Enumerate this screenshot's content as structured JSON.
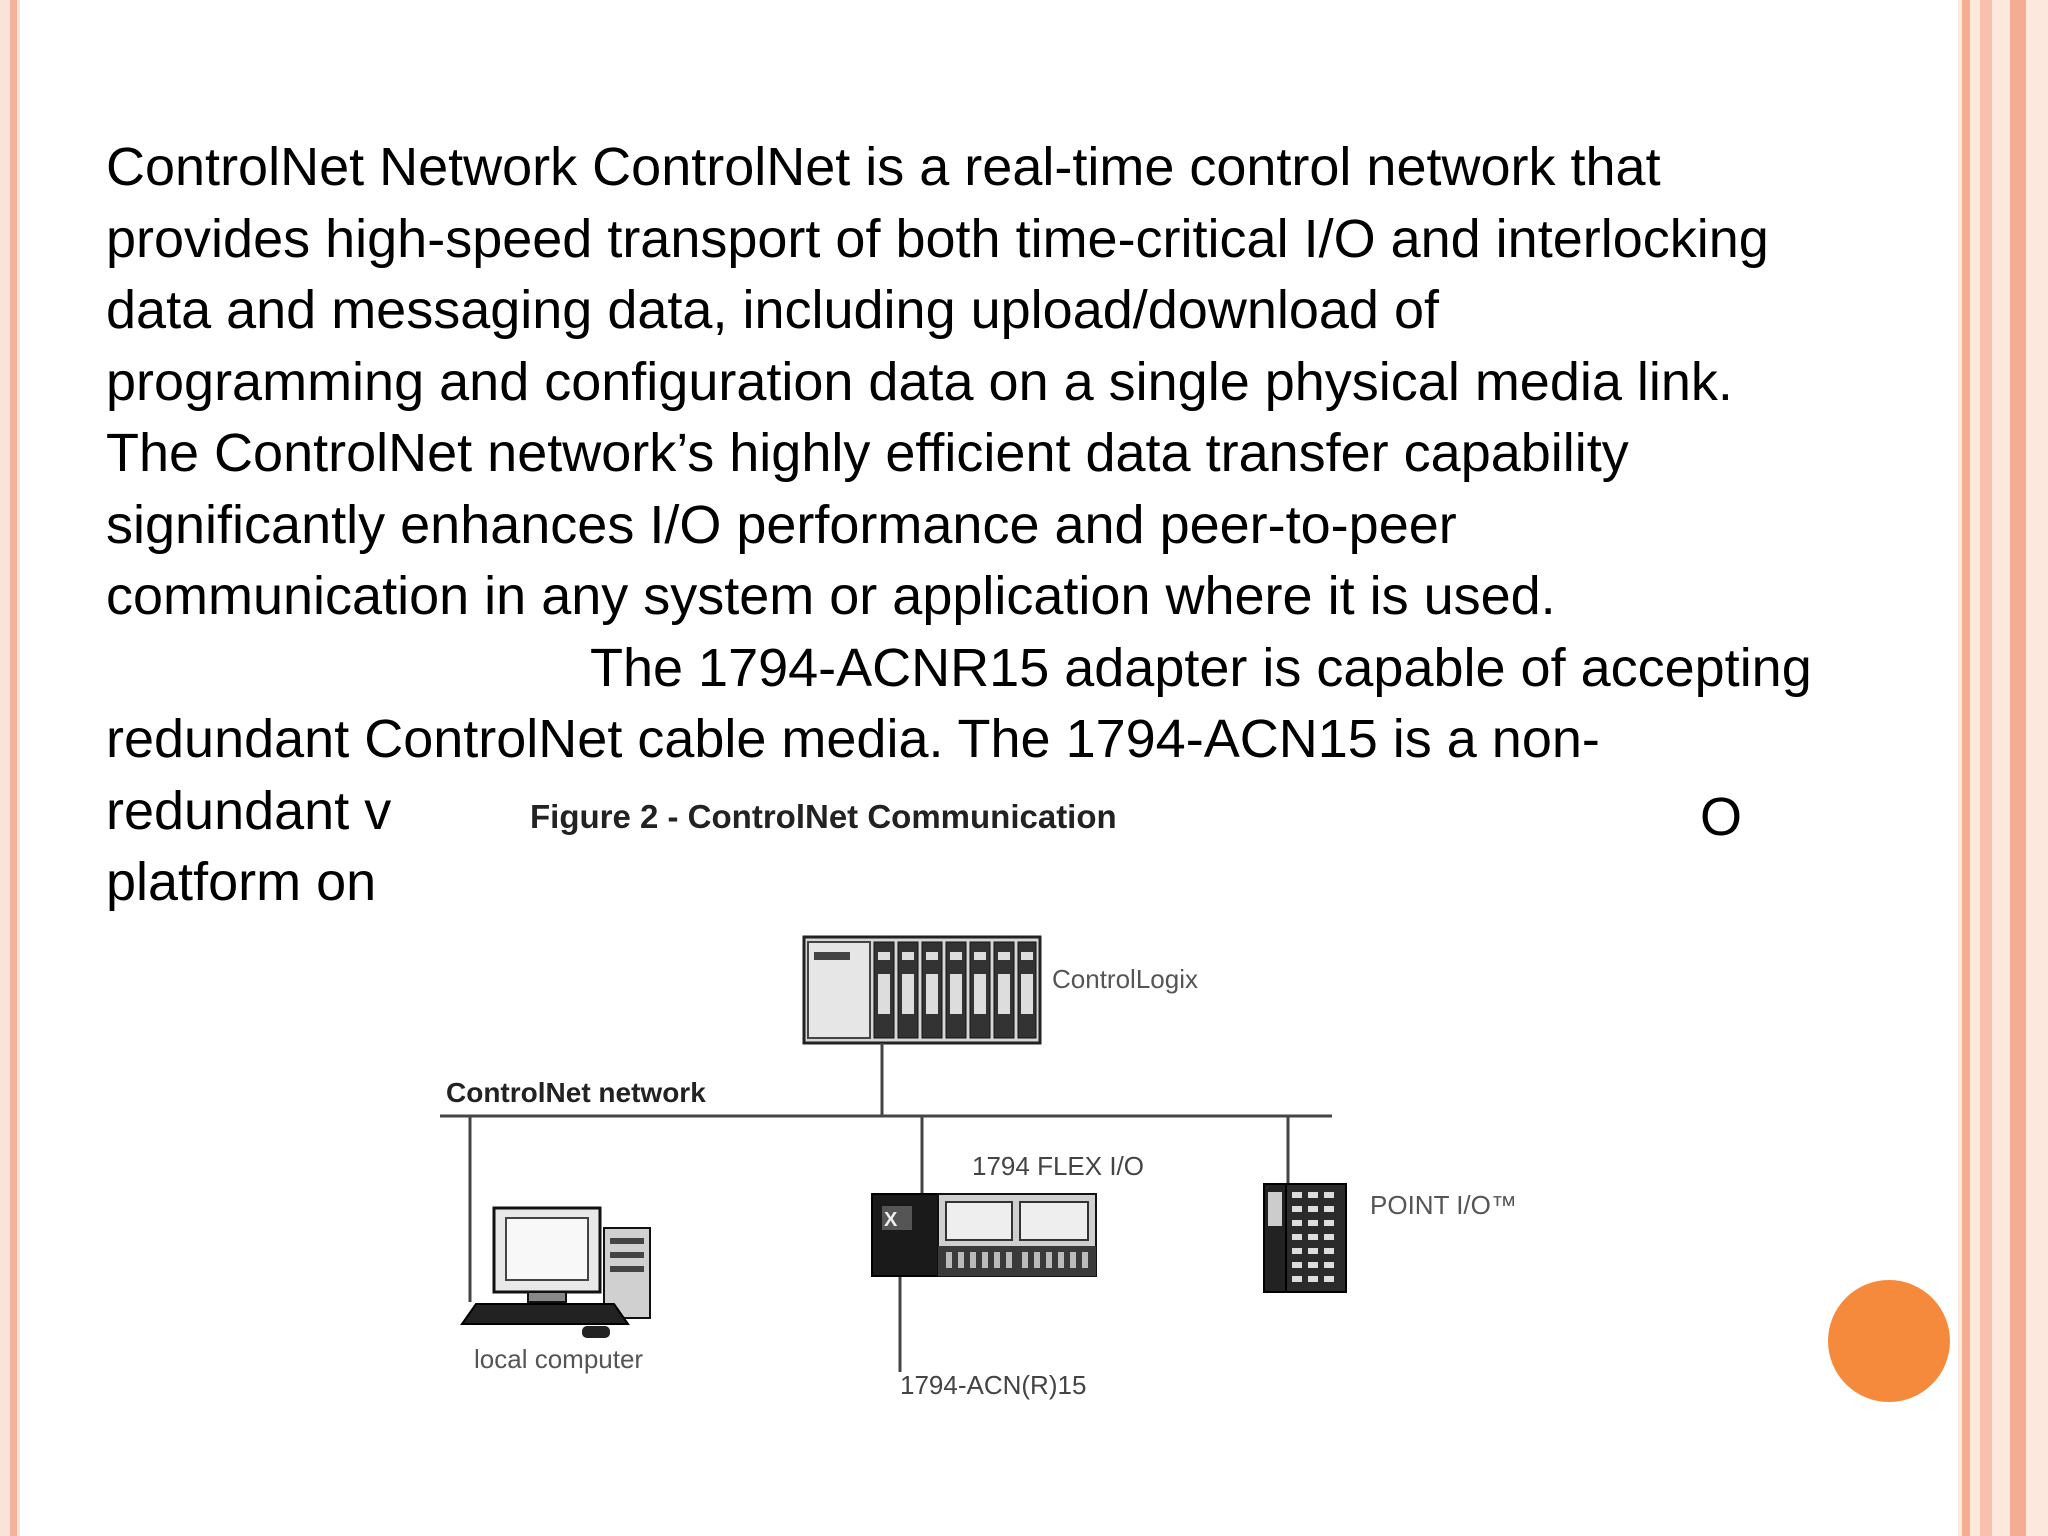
{
  "paragraph": {
    "lines": [
      "ControlNet Network ControlNet is a real-time control network that",
      "provides high-speed transport of both time-critical I/O and interlocking",
      "data and messaging data, including upload/download of",
      "programming and configuration data on a single physical media link.",
      "The ControlNet network’s highly efficient data transfer capability",
      "significantly enhances I/O performance and peer-to-peer",
      "communication in any system or application where it is used.",
      "The 1794-ACNR15 adapter is capable of accepting",
      "redundant ControlNet cable media. The 1794-ACN15 is a non-",
      "redundant v",
      "platform on"
    ],
    "overflow_fragment": "O"
  },
  "figure": {
    "title": "Figure 2 - ControlNet Communication",
    "labels": {
      "controllogix": "ControlLogix",
      "network": "ControlNet network",
      "flex_io": "1794 FLEX I/O",
      "point_io": "POINT I/O™",
      "local_computer": "local computer",
      "adapter": "1794-ACN(R)15"
    }
  },
  "colors": {
    "accent": "#f68a3c",
    "border": "#f4ad93"
  }
}
